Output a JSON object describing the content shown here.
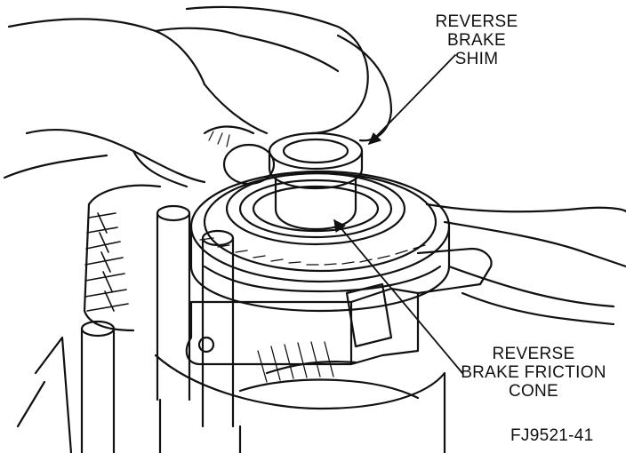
{
  "labels": {
    "reverse_brake_shim": [
      "REVERSE",
      "BRAKE",
      "SHIM"
    ],
    "reverse_brake_friction_cone": [
      "REVERSE",
      "BRAKE FRICTION",
      "CONE"
    ]
  },
  "figure_id": "FJ9521-41",
  "colors": {
    "ink": "#111111",
    "paper": "#ffffff"
  }
}
